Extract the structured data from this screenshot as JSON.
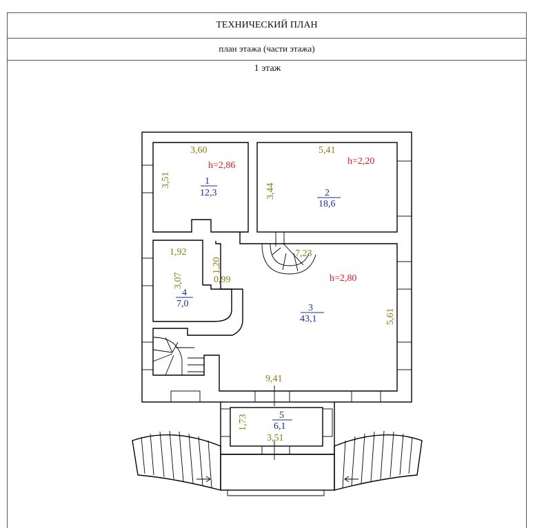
{
  "header": {
    "title": "ТЕХНИЧЕСКИЙ ПЛАН",
    "subtitle": "план этажа (части этажа)",
    "floor": "1 этаж"
  },
  "rooms": [
    {
      "num": "1",
      "area": "12,3",
      "height": "h=2,86",
      "len": "3,60",
      "wid": "3,51"
    },
    {
      "num": "2",
      "area": "18,6",
      "height": "h=2,20",
      "len": "5,41",
      "wid": "3,44"
    },
    {
      "num": "3",
      "area": "43,1",
      "height": "h=2,80",
      "len": "9,41",
      "wid": "5,61",
      "stair": "7,23"
    },
    {
      "num": "4",
      "area": "7,0",
      "len": "1,92",
      "wid": "3,07",
      "dim_a": "1,20",
      "dim_b": "0,99"
    },
    {
      "num": "5",
      "area": "6,1",
      "len": "3,51",
      "wid": "1,73"
    }
  ],
  "colors": {
    "dims": "#8a7a10",
    "heights": "#d21a1a",
    "rooms": "#1d2b9a",
    "lines": "#000000"
  }
}
